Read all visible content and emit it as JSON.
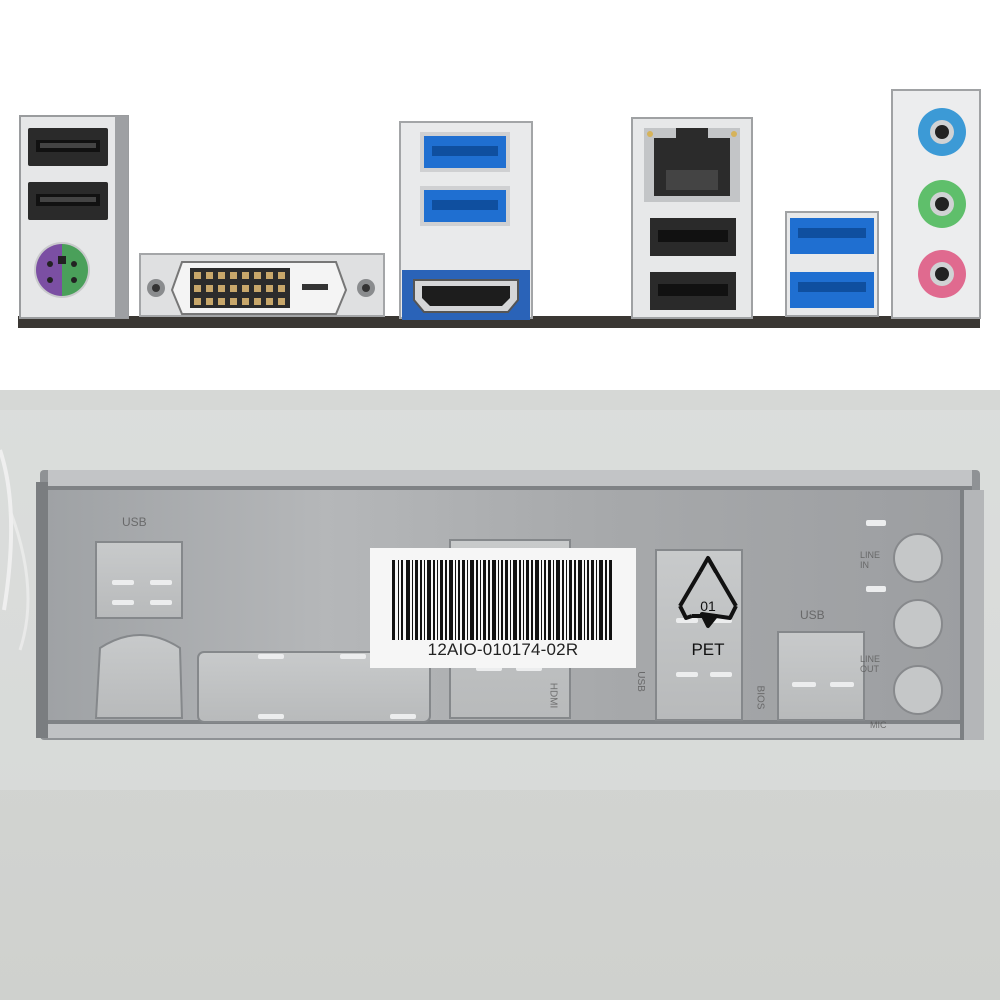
{
  "label": {
    "part_number": "12AIO-010174-02R"
  },
  "recycle": {
    "code": "01",
    "material": "PET"
  },
  "etched_labels": {
    "usb_left": "USB",
    "usb_right": "USB",
    "line_in": "LINE IN",
    "line_out": "LINE OUT",
    "mic": "MIC",
    "hdmi": "HDMI",
    "bios": "BIOS",
    "usb_vertical": "USB"
  },
  "colors": {
    "usb3_blue": "#1f6fd1",
    "audio_blue": "#3c9ad6",
    "audio_green": "#5fbf6b",
    "audio_pink": "#e06a8f",
    "ps2_purple": "#7b4fa3",
    "ps2_green": "#4aa05a",
    "shield_steel": "#a9abad"
  }
}
